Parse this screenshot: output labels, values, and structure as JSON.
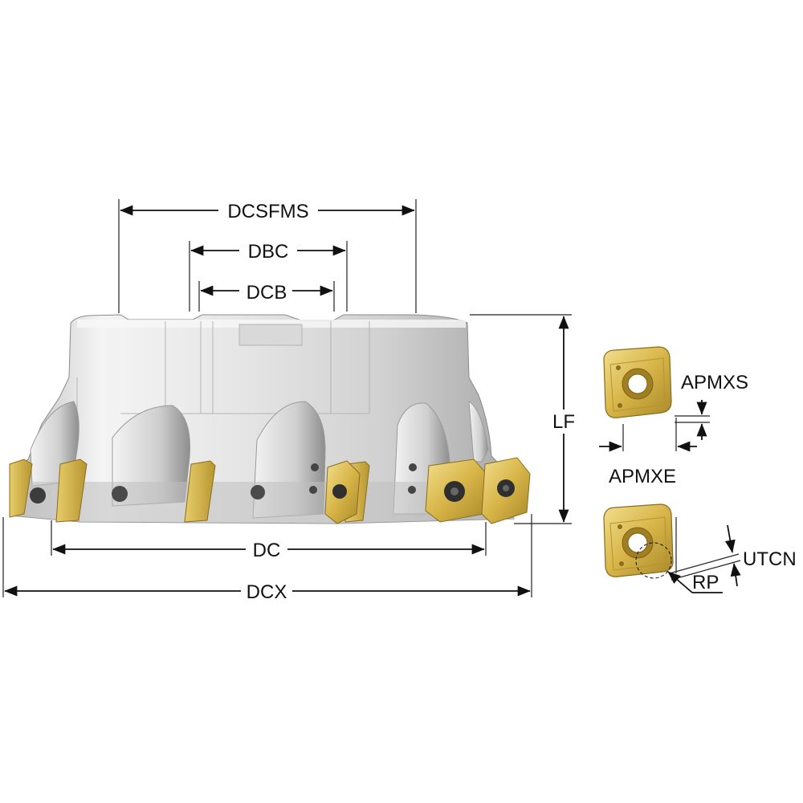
{
  "dimensions": {
    "dcsfms": "DCSFMS",
    "dbc": "DBC",
    "dcb": "DCB",
    "lf": "LF",
    "dc": "DC",
    "dcx": "DCX",
    "apmxs": "APMXS",
    "apmxe": "APMXE",
    "utcn": "UTCN",
    "rp": "RP"
  },
  "colors": {
    "body_light": "#f2f2f2",
    "body_mid": "#c8c8c8",
    "body_dark": "#8f8f8f",
    "insert_gold": "#d9b84a",
    "insert_light": "#f1dc8a",
    "insert_dark": "#a98a2a",
    "screw": "#3a3a3a",
    "line": "#111111"
  },
  "icons": [
    "face-mill-cutter-body",
    "square-milling-insert",
    "insert-screw-icon"
  ]
}
